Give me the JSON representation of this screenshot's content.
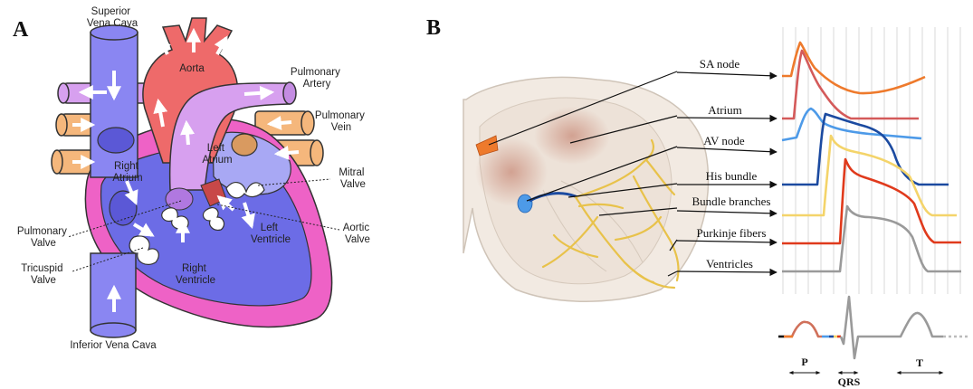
{
  "panels": {
    "a_letter": "A",
    "b_letter": "B"
  },
  "heart_labels": {
    "superior_vena_cava": [
      "Superior",
      "Vena Cava"
    ],
    "aorta": "Aorta",
    "pulmonary_artery": [
      "Pulmonary",
      "Artery"
    ],
    "pulmonary_vein": [
      "Pulmonary",
      "Vein"
    ],
    "right_atrium": [
      "Right",
      "Atrium"
    ],
    "left_atrium": [
      "Left",
      "Atrium"
    ],
    "mitral_valve": [
      "Mitral",
      "Valve"
    ],
    "pulmonary_valve": [
      "Pulmonary",
      "Valve"
    ],
    "aortic_valve": [
      "Aortic",
      "Valve"
    ],
    "left_ventricle": [
      "Left",
      "Ventricle"
    ],
    "tricuspid_valve": [
      "Tricuspid",
      "Valve"
    ],
    "right_ventricle": [
      "Right",
      "Ventricle"
    ],
    "inferior_vena_cava": "Inferior Vena Cava"
  },
  "conduction_labels": {
    "sa_node": "SA node",
    "atrium": "Atrium",
    "av_node": "AV node",
    "his_bundle": "His bundle",
    "bundle_branches": "Bundle branches",
    "purkinje_fibers": "Purkinje fibers",
    "ventricles": "Ventricles"
  },
  "ecg_labels": {
    "p": "P",
    "qrs": "QRS",
    "t": "T"
  },
  "colors": {
    "vena_cava_blue": "#8a86f2",
    "aorta_red": "#ee6a6a",
    "pulmonary_purple": "#d7a0ef",
    "pulmonary_vein_orange": "#f5b77c",
    "heart_pink": "#ee62c6",
    "right_side_blue": "#6c6ce6",
    "sa_orange": "#ee7a2c",
    "atrium_red": "#d45a5a",
    "atrium_blue": "#4d9ae8",
    "his_navy": "#1b4aa0",
    "bundle_yellow": "#f4d46a",
    "purkinje_red": "#e03a1c",
    "ventricle_gray": "#9a9a9a"
  }
}
